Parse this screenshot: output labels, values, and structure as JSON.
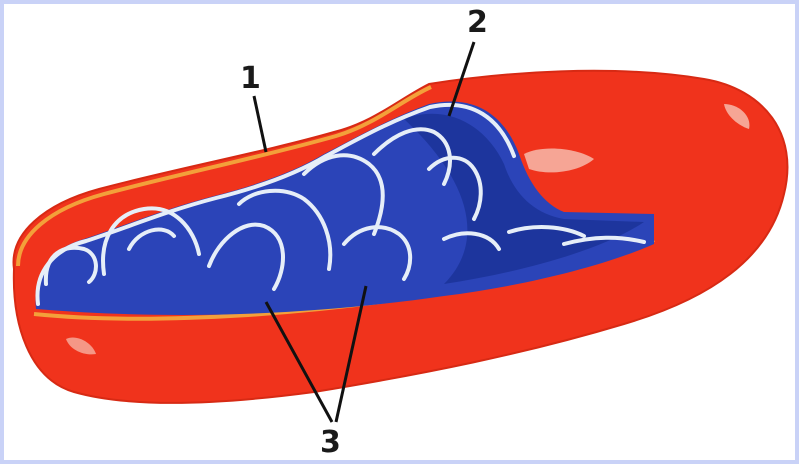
{
  "labels": {
    "one": "1",
    "two": "2",
    "three": "3"
  },
  "colors": {
    "outer_membrane": "#f0331c",
    "outer_membrane_highlight": "#f55a3a",
    "rim": "#f3a03a",
    "matrix": "#2b44b8",
    "matrix_dark": "#132a86",
    "cristae_outline": "#e6eef8",
    "background": "#ffffff",
    "border": "#c9d2f7"
  }
}
